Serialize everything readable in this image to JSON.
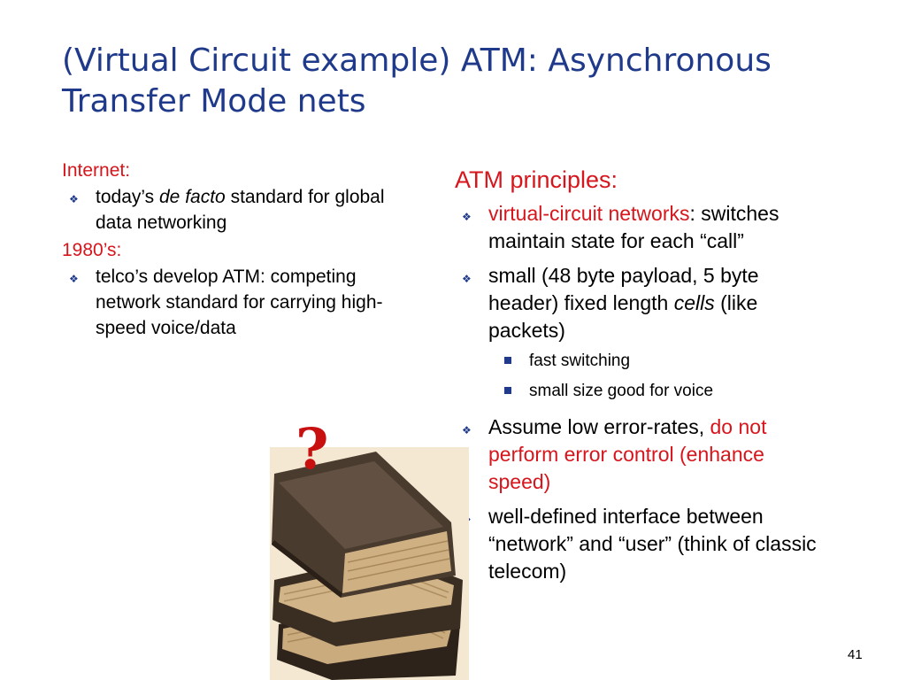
{
  "slide": {
    "title": "(Virtual Circuit example) ATM: Asynchronous Transfer Mode nets",
    "page_number": "41"
  },
  "left": {
    "heading1": "Internet:",
    "bullet1": {
      "before": "today’s ",
      "em": "de facto",
      "after": " standard for global data networking"
    },
    "heading2": "1980’s:",
    "bullet2": "telco’s develop ATM: competing network standard for carrying high-speed voice/data"
  },
  "right": {
    "heading": "ATM principles:",
    "bullet1": {
      "red": "virtual-circuit networks",
      "rest": ": switches maintain state for each “call”"
    },
    "bullet2": {
      "before": "small (48 byte payload, 5 byte header) fixed length ",
      "em": "cells",
      "after": " (like packets)"
    },
    "subbullets": [
      "fast switching",
      "small size good for voice"
    ],
    "bullet3": {
      "before": "Assume low error-rates, ",
      "red": "do not perform error control (enhance speed)"
    },
    "bullet4": "well-defined interface between “network” and “user” (think of classic telecom)"
  },
  "image": {
    "question_mark": "?",
    "colors": {
      "cover_dark": "#3a2d22",
      "pages": "#c9ab7e",
      "background": "#f4e8d2"
    }
  }
}
